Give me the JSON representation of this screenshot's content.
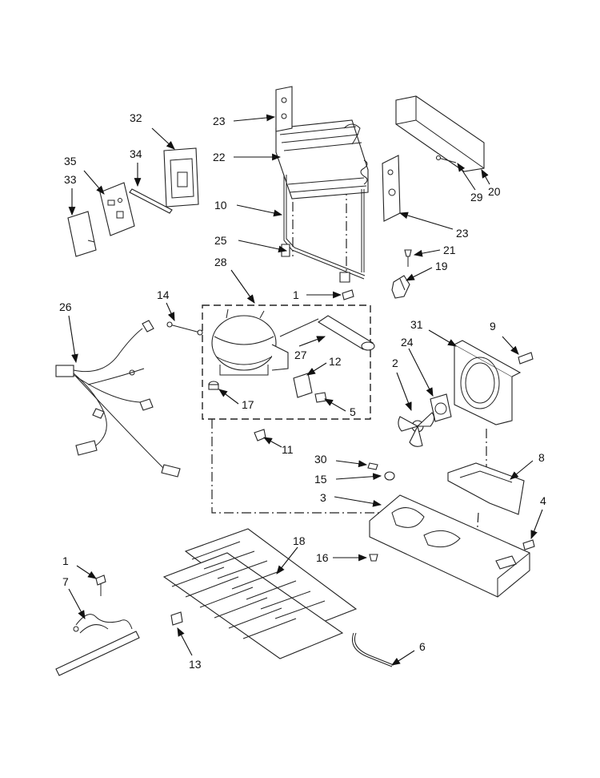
{
  "callouts": {
    "c1a": "1",
    "c1b": "1",
    "c2": "2",
    "c3": "3",
    "c4": "4",
    "c5": "5",
    "c6": "6",
    "c7": "7",
    "c8": "8",
    "c9": "9",
    "c10": "10",
    "c11": "11",
    "c12": "12",
    "c13": "13",
    "c14": "14",
    "c15": "15",
    "c16": "16",
    "c17": "17",
    "c18": "18",
    "c19": "19",
    "c20": "20",
    "c21": "21",
    "c22": "22",
    "c23a": "23",
    "c23b": "23",
    "c24": "24",
    "c25": "25",
    "c26": "26",
    "c27": "27",
    "c28": "28",
    "c29": "29",
    "c30": "30",
    "c31": "31",
    "c32": "32",
    "c33": "33",
    "c34": "34",
    "c35": "35"
  }
}
